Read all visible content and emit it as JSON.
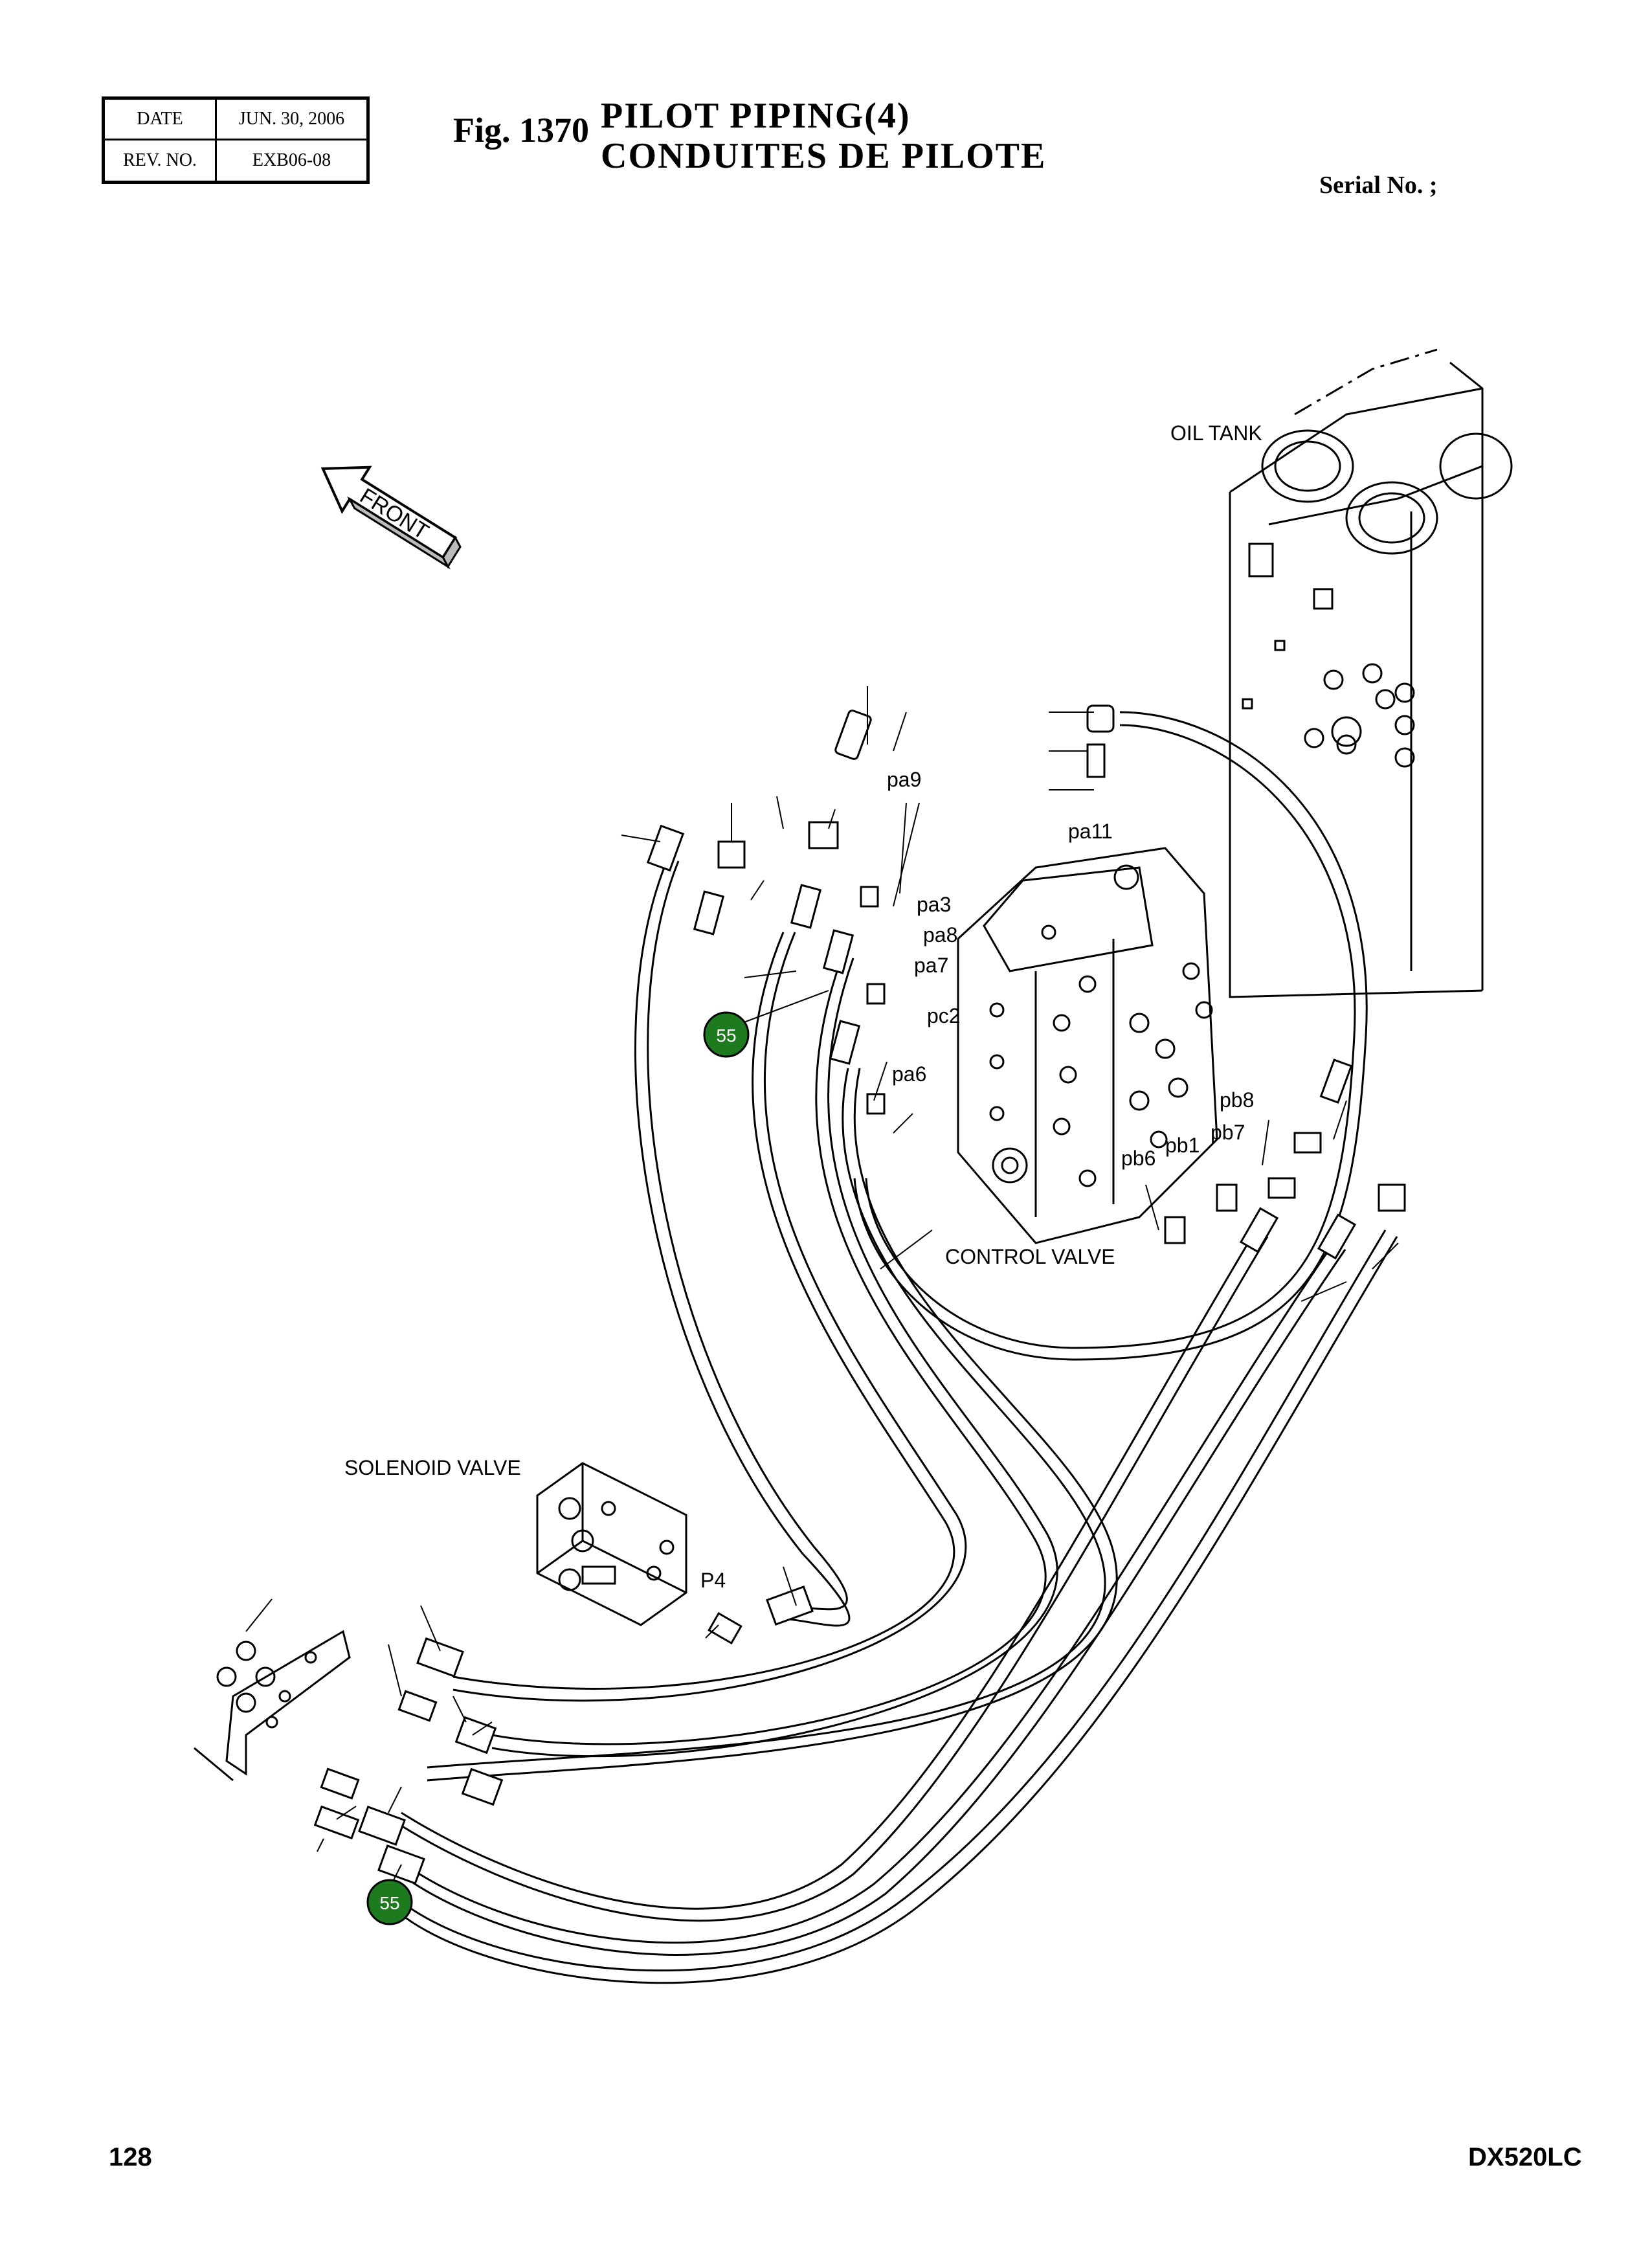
{
  "header": {
    "date_label": "DATE",
    "date_value": "JUN. 30, 2006",
    "rev_label": "REV. NO.",
    "rev_value": "EXB06-08",
    "fig_number": "Fig. 1370",
    "title_line1": "PILOT PIPING(4)",
    "title_line2": "CONDUITES DE PILOTE",
    "serial": "Serial No. ;"
  },
  "labels": {
    "front": "FRONT",
    "oil_tank": "OIL TANK",
    "control_valve": "CONTROL VALVE",
    "solenoid_valve": "SOLENOID VALVE",
    "pa9": "pa9",
    "pa11": "pa11",
    "pa3": "pa3",
    "pa8": "pa8",
    "pa7": "pa7",
    "pc2": "pc2",
    "pa6": "pa6",
    "pb8": "pb8",
    "pb7": "pb7",
    "pb1": "pb1",
    "pb6": "pb6",
    "p4": "P4"
  },
  "callouts": {
    "balloon_upper": "55",
    "balloon_lower": "55",
    "balloon_color": "#1e7a1e"
  },
  "footer": {
    "page_number": "128",
    "model": "DX520LC"
  }
}
